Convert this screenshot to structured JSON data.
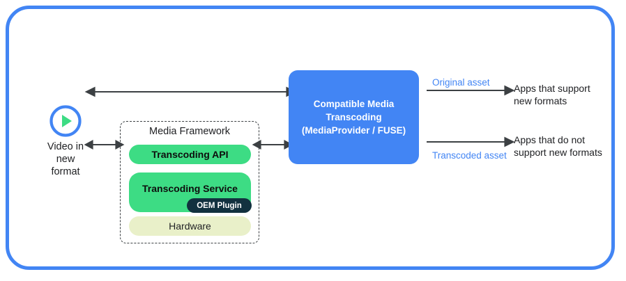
{
  "frame": {
    "border_color": "#4285f4"
  },
  "source": {
    "icon": "play-circle-icon",
    "label": "Video in\nnew\nformat",
    "ring_color": "#4285f4",
    "triangle_color": "#3ddc84"
  },
  "framework": {
    "title": "Media Framework",
    "border_style": "dashed",
    "blocks": [
      {
        "name": "transcoding-api",
        "label": "Transcoding API",
        "color": "#3ddc84"
      },
      {
        "name": "transcoding-service",
        "label": "Transcoding Service",
        "color": "#3ddc84"
      },
      {
        "name": "hardware",
        "label": "Hardware",
        "color": "#e9f0c9"
      }
    ],
    "badge": {
      "name": "oem-plugin",
      "label": "OEM Plugin",
      "color": "#12313f"
    }
  },
  "cmt": {
    "label": "Compatible Media\nTranscoding\n(MediaProvider / FUSE)",
    "color": "#4285f4"
  },
  "flows": {
    "original_asset_label": "Original asset",
    "transcoded_asset_label": "Transcoded asset",
    "label_color": "#4285f4",
    "apps_support": "Apps that support\nnew formats",
    "apps_no_support": "Apps that do not\nsupport new formats"
  },
  "arrows": {
    "source_to_framework": "bidirectional",
    "framework_to_cmt": "bidirectional",
    "source_to_cmt": "bidirectional",
    "cmt_to_apps_support": "unidirectional",
    "cmt_to_apps_nosupport": "unidirectional",
    "stroke_color": "#3c4043"
  }
}
